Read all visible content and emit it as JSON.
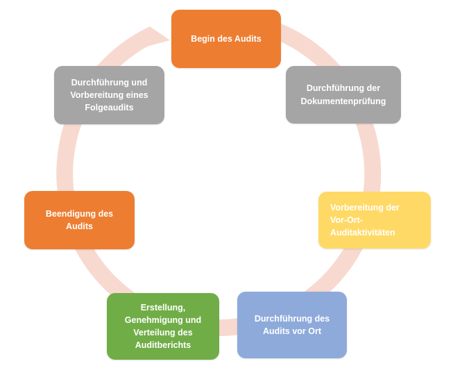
{
  "diagram": {
    "ring_color": "#f8d9d0",
    "steps": [
      {
        "label": "Begin des Audits",
        "color": "#ed7d31"
      },
      {
        "label": "Durchführung der\nDokumentenprüfung",
        "color": "#a5a5a5"
      },
      {
        "label": "Vorbereitung der\nVor-Ort-\nAuditaktivitäten",
        "color": "#ffd966"
      },
      {
        "label": "Durchführung des\nAudits vor Ort",
        "color": "#8eaadb"
      },
      {
        "label": "Erstellung,\nGenehmigung und\nVerteilung des\nAuditberichts",
        "color": "#70ad47"
      },
      {
        "label": "Beendigung des\nAudits",
        "color": "#ed7d31"
      },
      {
        "label": "Durchführung und\nVorbereitung eines\nFolgeaudits",
        "color": "#a5a5a5"
      }
    ]
  }
}
